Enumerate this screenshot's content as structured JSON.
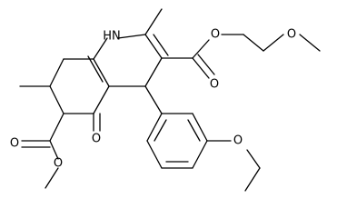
{
  "molecule": {
    "atom_labels": {
      "nh": "HN",
      "o_ester_right_carbonyl": "O",
      "o_ester_right_ether": "O",
      "o_methoxy": "O",
      "o_ketone": "O",
      "o_ester_left_carbonyl": "O",
      "o_ester_left_ether": "O",
      "o_ethoxy": "O"
    },
    "bond_color": "#000000",
    "background": "#ffffff"
  }
}
